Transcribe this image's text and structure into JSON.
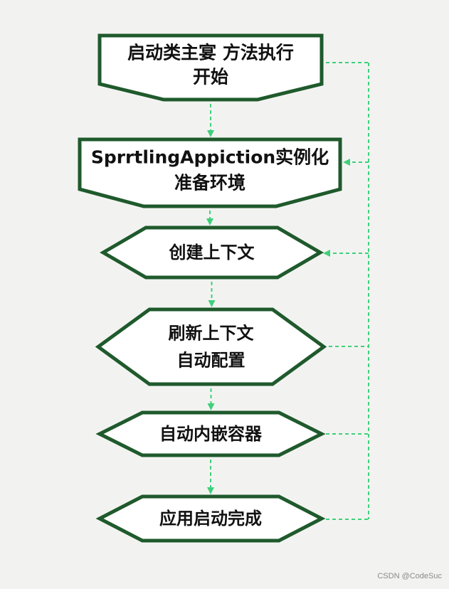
{
  "diagram": {
    "colors": {
      "border": "#1f5a2c",
      "fill": "#ffffff",
      "arrow": "#3fd07a",
      "background": "#f2f3f1"
    },
    "nodes": [
      {
        "id": "start",
        "lines": [
          "启动类主宴 方法执行",
          "开始"
        ]
      },
      {
        "id": "init",
        "lines": [
          "SprrtlingAppiction实例化",
          "准备环境"
        ]
      },
      {
        "id": "create-context",
        "lines": [
          "创建上下文"
        ]
      },
      {
        "id": "refresh-context",
        "lines": [
          "刷新上下文",
          "自动配置"
        ]
      },
      {
        "id": "embedded-container",
        "lines": [
          "自动内嵌容器"
        ]
      },
      {
        "id": "app-start-complete",
        "lines": [
          "应用启动完成"
        ]
      }
    ],
    "edges": [
      {
        "from": "start",
        "to": "init"
      },
      {
        "from": "init",
        "to": "create-context"
      },
      {
        "from": "create-context",
        "to": "refresh-context"
      },
      {
        "from": "refresh-context",
        "to": "embedded-container"
      },
      {
        "from": "embedded-container",
        "to": "app-start-complete"
      }
    ],
    "feedback_line": true
  },
  "watermark": "CSDN @CodeSuc"
}
